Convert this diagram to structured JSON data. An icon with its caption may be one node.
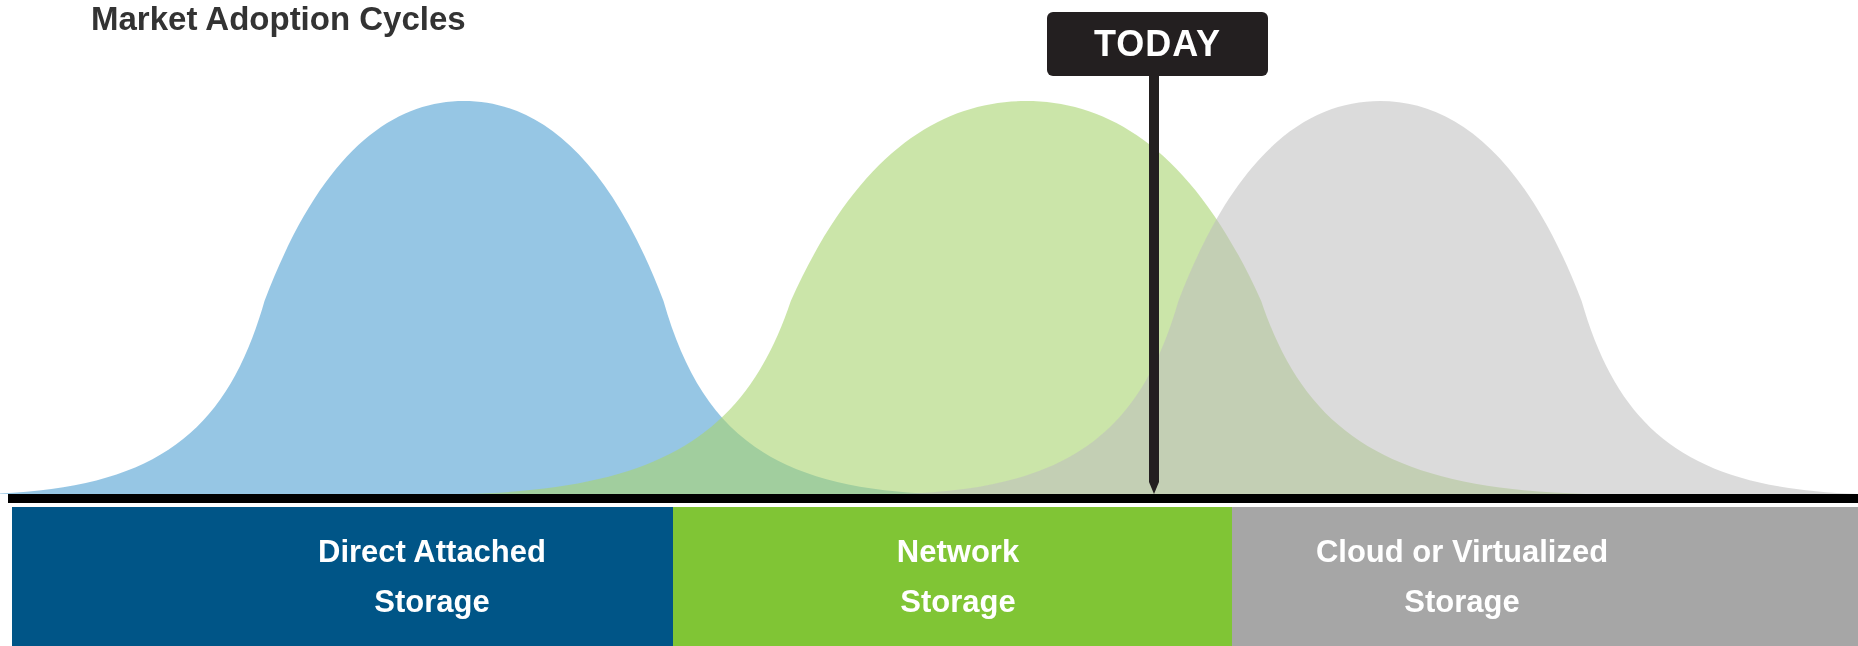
{
  "diagram": {
    "title": "Market Adoption Cycles",
    "nodes": [
      {
        "text": [
          "TODAY"
        ]
      },
      {
        "text": [
          "Direct Attached Storage"
        ]
      },
      {
        "text": [
          "Network Storage"
        ]
      },
      {
        "text": [
          "Cloud or Virtualized Storage"
        ]
      }
    ]
  }
}
